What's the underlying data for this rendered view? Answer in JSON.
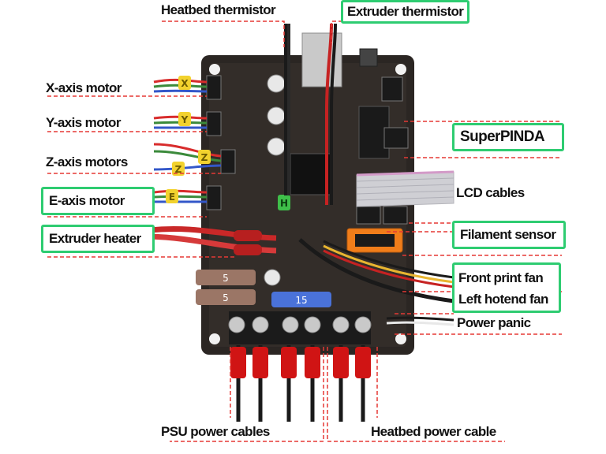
{
  "labels": {
    "heatbed_thermistor": "Heatbed thermistor",
    "extruder_thermistor": "Extruder thermistor",
    "x_axis_motor": "X-axis motor",
    "y_axis_motor": "Y-axis motor",
    "z_axis_motors": "Z-axis motors",
    "e_axis_motor": "E-axis motor",
    "extruder_heater": "Extruder heater",
    "superpinda": "SuperPINDA",
    "lcd_cables": "LCD cables",
    "filament_sensor": "Filament sensor",
    "front_print_fan": "Front print fan",
    "left_hotend_fan": "Left hotend fan",
    "power_panic": "Power panic",
    "psu_power_cables": "PSU power cables",
    "heatbed_power_cable": "Heatbed power cable"
  },
  "connector_letters": {
    "x": "X",
    "y": "Y",
    "z1": "Z",
    "z2": "Z",
    "e": "E",
    "h": "H"
  },
  "fuses": [
    "5",
    "5",
    "15"
  ],
  "colors": {
    "highlight_border": "#2ecc71",
    "leader_line": "#e53935",
    "board": "#2b2623"
  }
}
